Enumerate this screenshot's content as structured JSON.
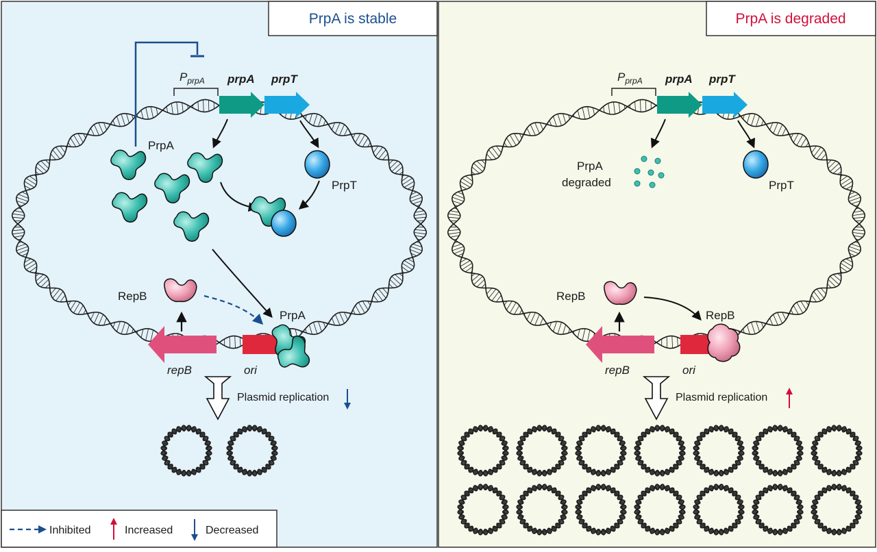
{
  "left_panel": {
    "title": "PrpA is stable",
    "title_color": "#1a4f8f",
    "background": "#e4f2f9",
    "promoter_main": "P",
    "promoter_sub": "prpA",
    "gene_prpA": "prpA",
    "gene_prpT": "prpT",
    "label_prpA": "PrpA",
    "label_prpT": "PrpT",
    "label_repB": "RepB",
    "label_prpA_bound": "PrpA",
    "gene_repB": "repB",
    "label_ori": "ori",
    "replication_text": "Plasmid replication",
    "replication_trend": "decreased",
    "plasmid_count": 2
  },
  "right_panel": {
    "title": "PrpA is degraded",
    "title_color": "#d0103a",
    "background": "#f6f8ea",
    "promoter_main": "P",
    "promoter_sub": "prpA",
    "gene_prpA": "prpA",
    "gene_prpT": "prpT",
    "label_prpA_degraded_1": "PrpA",
    "label_prpA_degraded_2": "degraded",
    "label_prpT": "PrpT",
    "label_repB": "RepB",
    "label_repB_bound": "RepB",
    "gene_repB": "repB",
    "label_ori": "ori",
    "replication_text": "Plasmid replication",
    "replication_trend": "increased",
    "plasmid_count": 14
  },
  "legend": {
    "inhibited": "Inhibited",
    "increased": "Increased",
    "decreased": "Decreased"
  },
  "colors": {
    "prpA_gene": "#0f9a86",
    "prpT_gene": "#1aa8e0",
    "repB_gene": "#e0507c",
    "ori": "#e0283c",
    "prpA_protein": "#3fbfb0",
    "prpT_protein": "#39a9e6",
    "repB_protein": "#f0a3b8",
    "inhibit_line": "#1a4f8f",
    "increase_arrow": "#d0103a",
    "decrease_arrow": "#1a4f8f"
  }
}
